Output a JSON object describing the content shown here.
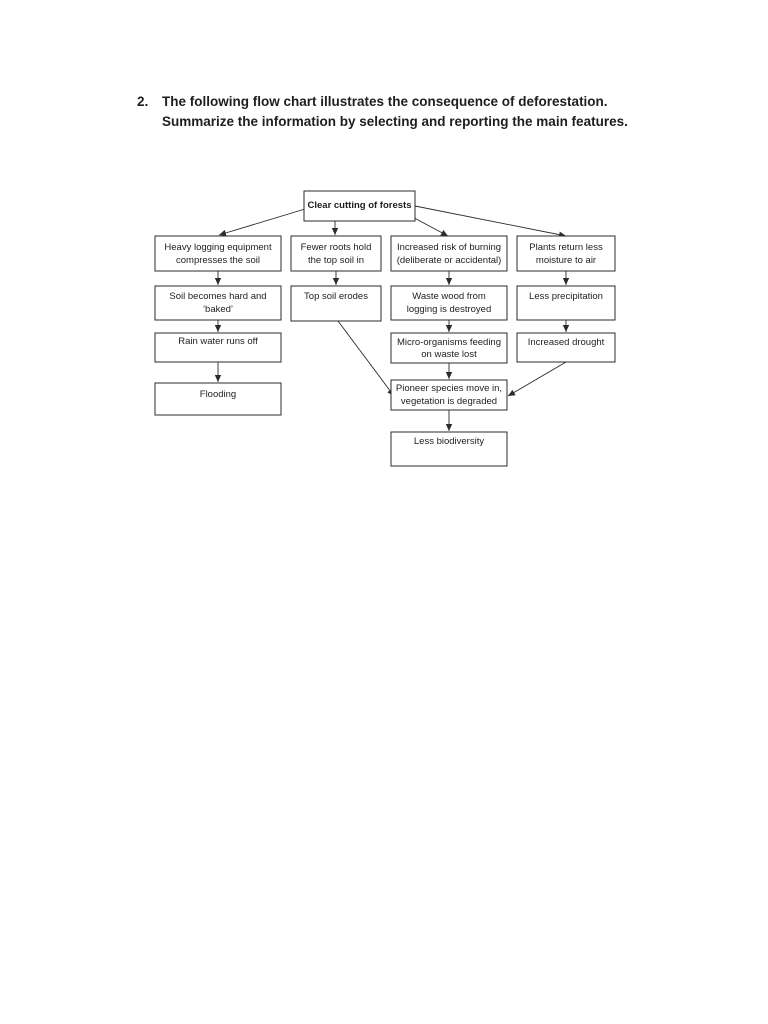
{
  "question": {
    "number": "2.",
    "text": "The following flow chart illustrates the consequence of deforestation. Summarize the information by selecting and reporting the main features."
  },
  "flowchart": {
    "root": "Clear cutting of forests",
    "boxes": {
      "heavy": [
        "Heavy logging equipment",
        "compresses the soil"
      ],
      "hard": [
        "Soil becomes hard and",
        "‘baked’"
      ],
      "rain": [
        "Rain water runs off"
      ],
      "flood": [
        "Flooding"
      ],
      "roots": [
        "Fewer roots hold",
        "the top soil in"
      ],
      "erodes": [
        "Top soil erodes"
      ],
      "burning": [
        "Increased risk of burning",
        "(deliberate or accidental)"
      ],
      "waste": [
        "Waste wood from",
        "logging is destroyed"
      ],
      "micro": [
        "Micro-organisms feeding",
        "on waste lost"
      ],
      "pioneer": [
        "Pioneer species move in,",
        "vegetation is degraded"
      ],
      "biodiv": [
        "Less biodiversity"
      ],
      "moisture": [
        "Plants return less",
        "moisture to air"
      ],
      "precip": [
        "Less precipitation"
      ],
      "drought": [
        "Increased drought"
      ]
    }
  }
}
